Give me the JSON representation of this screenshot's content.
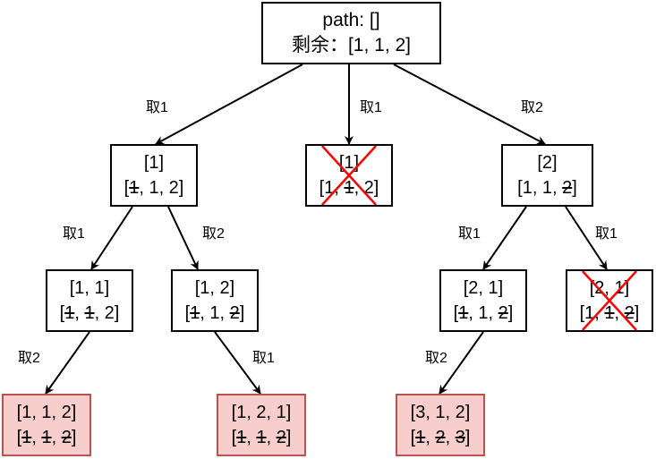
{
  "colors": {
    "result_fill": "#f8cecc",
    "result_border": "#b85450",
    "prune_cross": "#ff0000"
  },
  "nodes": [
    {
      "id": "root",
      "line1": [
        {
          "t": "path: []"
        }
      ],
      "line2": [
        {
          "t": "剩余：[1, 1, 2]"
        }
      ],
      "result": false,
      "pruned": false
    },
    {
      "id": "n1",
      "line1": [
        {
          "t": "[1]"
        }
      ],
      "line2": [
        {
          "t": "["
        },
        {
          "t": "1",
          "s": 1
        },
        {
          "t": ", 1, 2]"
        }
      ],
      "result": false,
      "pruned": false
    },
    {
      "id": "n2",
      "line1": [
        {
          "t": "[1]"
        }
      ],
      "line2": [
        {
          "t": "[1, "
        },
        {
          "t": "1",
          "s": 1
        },
        {
          "t": ", 2]"
        }
      ],
      "result": false,
      "pruned": true
    },
    {
      "id": "n3",
      "line1": [
        {
          "t": "[2]"
        }
      ],
      "line2": [
        {
          "t": "[1, 1, "
        },
        {
          "t": "2",
          "s": 1
        },
        {
          "t": "]"
        }
      ],
      "result": false,
      "pruned": false
    },
    {
      "id": "n11",
      "line1": [
        {
          "t": "[1, 1]"
        }
      ],
      "line2": [
        {
          "t": "["
        },
        {
          "t": "1",
          "s": 1
        },
        {
          "t": ", "
        },
        {
          "t": "1",
          "s": 1
        },
        {
          "t": ", 2]"
        }
      ],
      "result": false,
      "pruned": false
    },
    {
      "id": "n12",
      "line1": [
        {
          "t": "[1, 2]"
        }
      ],
      "line2": [
        {
          "t": "["
        },
        {
          "t": "1",
          "s": 1
        },
        {
          "t": ", 1, "
        },
        {
          "t": "2",
          "s": 1
        },
        {
          "t": "]"
        }
      ],
      "result": false,
      "pruned": false
    },
    {
      "id": "n31",
      "line1": [
        {
          "t": "[2, 1]"
        }
      ],
      "line2": [
        {
          "t": "["
        },
        {
          "t": "1",
          "s": 1
        },
        {
          "t": ", 1, "
        },
        {
          "t": "2",
          "s": 1
        },
        {
          "t": "]"
        }
      ],
      "result": false,
      "pruned": false
    },
    {
      "id": "n32",
      "line1": [
        {
          "t": "[2, 1]"
        }
      ],
      "line2": [
        {
          "t": "[1, "
        },
        {
          "t": "1",
          "s": 1
        },
        {
          "t": ", "
        },
        {
          "t": "2",
          "s": 1
        },
        {
          "t": "]"
        }
      ],
      "result": false,
      "pruned": true
    },
    {
      "id": "r1",
      "line1": [
        {
          "t": "[1, 1, 2]"
        }
      ],
      "line2": [
        {
          "t": "["
        },
        {
          "t": "1",
          "s": 1
        },
        {
          "t": ", "
        },
        {
          "t": "1",
          "s": 1
        },
        {
          "t": ", "
        },
        {
          "t": "2",
          "s": 1
        },
        {
          "t": "]"
        }
      ],
      "result": true,
      "pruned": false
    },
    {
      "id": "r2",
      "line1": [
        {
          "t": "[1, 2, 1]"
        }
      ],
      "line2": [
        {
          "t": "["
        },
        {
          "t": "1",
          "s": 1
        },
        {
          "t": ", "
        },
        {
          "t": "1",
          "s": 1
        },
        {
          "t": ", "
        },
        {
          "t": "2",
          "s": 1
        },
        {
          "t": "]"
        }
      ],
      "result": true,
      "pruned": false
    },
    {
      "id": "r3",
      "line1": [
        {
          "t": "[3, 1, 2]"
        }
      ],
      "line2": [
        {
          "t": "["
        },
        {
          "t": "1",
          "s": 1
        },
        {
          "t": ", "
        },
        {
          "t": "2",
          "s": 1
        },
        {
          "t": ", "
        },
        {
          "t": "3",
          "s": 1
        },
        {
          "t": "]"
        }
      ],
      "result": true,
      "pruned": false
    }
  ],
  "edges": [
    {
      "from": "root",
      "to": "n1",
      "label": "取1"
    },
    {
      "from": "root",
      "to": "n2",
      "label": "取1"
    },
    {
      "from": "root",
      "to": "n3",
      "label": "取2"
    },
    {
      "from": "n1",
      "to": "n11",
      "label": "取1"
    },
    {
      "from": "n1",
      "to": "n12",
      "label": "取2"
    },
    {
      "from": "n3",
      "to": "n31",
      "label": "取1"
    },
    {
      "from": "n3",
      "to": "n32",
      "label": "取1"
    },
    {
      "from": "n11",
      "to": "r1",
      "label": "取2"
    },
    {
      "from": "n12",
      "to": "r2",
      "label": "取1"
    },
    {
      "from": "n31",
      "to": "r3",
      "label": "取2"
    }
  ]
}
